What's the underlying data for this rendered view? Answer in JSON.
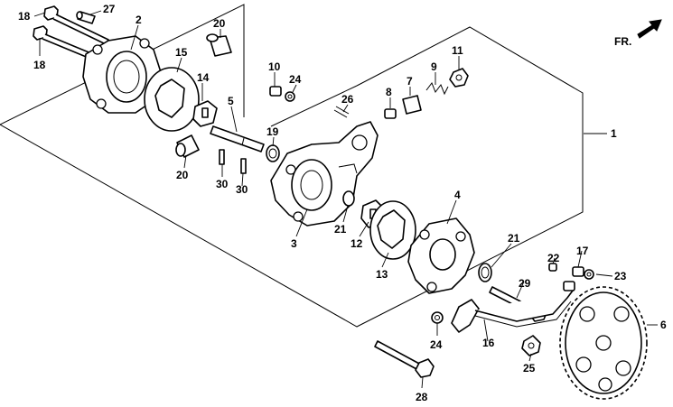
{
  "direction": {
    "label": "FR."
  },
  "callouts": {
    "c1": "1",
    "c2": "2",
    "c3": "3",
    "c4": "4",
    "c5": "5",
    "c6": "6",
    "c7": "7",
    "c8": "8",
    "c9": "9",
    "c10": "10",
    "c11": "11",
    "c12": "12",
    "c13": "13",
    "c14": "14",
    "c15": "15",
    "c16": "16",
    "c17": "17",
    "c18a": "18",
    "c18b": "18",
    "c19": "19",
    "c20a": "20",
    "c20b": "20",
    "c21a": "21",
    "c21b": "21",
    "c22": "22",
    "c23": "23",
    "c24a": "24",
    "c24b": "24",
    "c25": "25",
    "c26": "26",
    "c27": "27",
    "c28": "28",
    "c29": "29",
    "c30a": "30",
    "c30b": "30"
  }
}
